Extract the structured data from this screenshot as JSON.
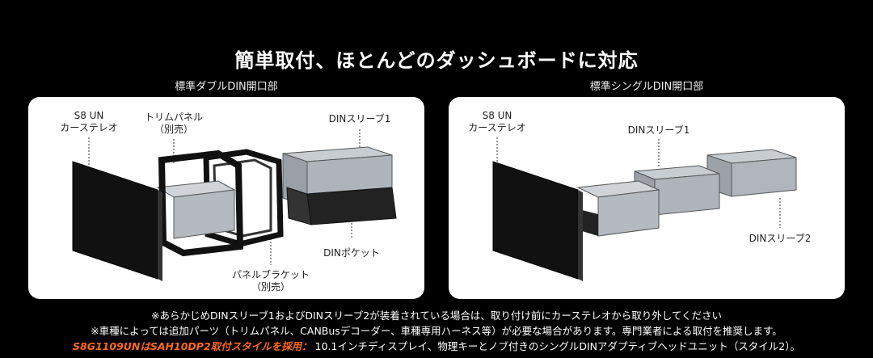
{
  "title": "簡単取付、ほとんどのダッシュボードに対応",
  "left_panel": {
    "caption": "標準ダブルDIN開口部",
    "labels": {
      "stereo_line1": "S8 UN",
      "stereo_line2": "カーステレオ",
      "trim_line1": "トリムパネル",
      "trim_line2": "（別売）",
      "sleeve1": "DINスリーブ1",
      "pocket": "DINポケット",
      "bracket_line1": "パネルブラケット",
      "bracket_line2": "（別売）"
    }
  },
  "right_panel": {
    "caption": "標準シングルDIN開口部",
    "labels": {
      "stereo_line1": "S8 UN",
      "stereo_line2": "カーステレオ",
      "sleeve1": "DINスリーブ1",
      "sleeve2": "DINスリーブ2"
    }
  },
  "notes": {
    "line1": "※あらかじめDINスリーブ1およびDINスリーブ2が装着されている場合は、取り付け前にカーステレオから取り外してください",
    "line2": "※車種によっては追加パーツ（トリムパネル、CANBusデコーダー、車種専用ハーネス等）が必要な場合があります。専門業者による取付を推奨します。",
    "line3_highlight": "S8G1109UNはSAH10DP2取付スタイルを採用：",
    "line3_text": " 10.1インチディスプレイ、物理キーとノブ付きのシングルDINアダプティブヘッドユニット（スタイル2）。"
  },
  "colors": {
    "background": "#000000",
    "panel": "#ffffff",
    "highlight": "#ff6a1a"
  }
}
